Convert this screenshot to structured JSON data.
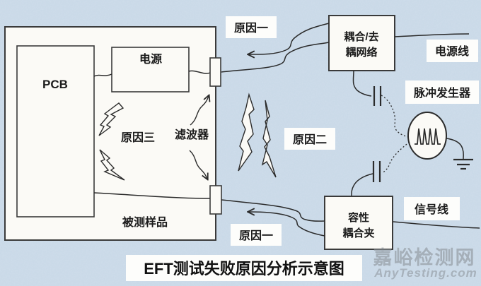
{
  "diagram": {
    "title": "EFT测试失败原因分析示意图",
    "eut": {
      "sample_label": "被测样品",
      "pcb_label": "PCB",
      "power_label": "电源",
      "filter_label": "滤波器",
      "cause3_label": "原因三"
    },
    "coupling_network": {
      "line1": "耦合/去",
      "line2": "耦网络"
    },
    "coupling_clamp": {
      "line1": "容性",
      "line2": "耦合夹"
    },
    "labels": {
      "cause1_top": "原因一",
      "cause1_bottom": "原因一",
      "cause2": "原因二",
      "power_line": "电源线",
      "pulse_generator": "脉冲发生器",
      "signal_line": "信号线"
    },
    "watermark": {
      "line1": "嘉峪检测网",
      "line2": "AnyTesting.com"
    },
    "colors": {
      "background": "#c8d8e7",
      "box_fill": "#fbfaf6",
      "line": "#2b2b2b",
      "watermark_gray": "#8e959c"
    }
  }
}
